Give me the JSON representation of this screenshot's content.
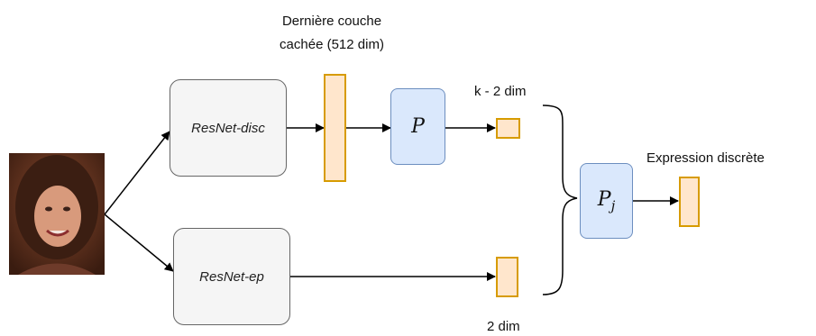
{
  "labels": {
    "hidden_layer": "Dernière couche\ncachée (512 dim)",
    "k_dim": "k - 2 dim",
    "two_dim": "2 dim",
    "output": "Expression discrète"
  },
  "nodes": {
    "resnet_disc": "ResNet-disc",
    "resnet_ep": "ResNet-ep",
    "p": "P",
    "pj_base": "P",
    "pj_sub": "j"
  },
  "colors": {
    "resnet_fill": "#f5f5f5",
    "resnet_stroke": "#666666",
    "proj_fill": "#dae8fc",
    "proj_stroke": "#6c8ebf",
    "feature_fill": "#ffe6cc",
    "feature_stroke": "#d79b00"
  }
}
